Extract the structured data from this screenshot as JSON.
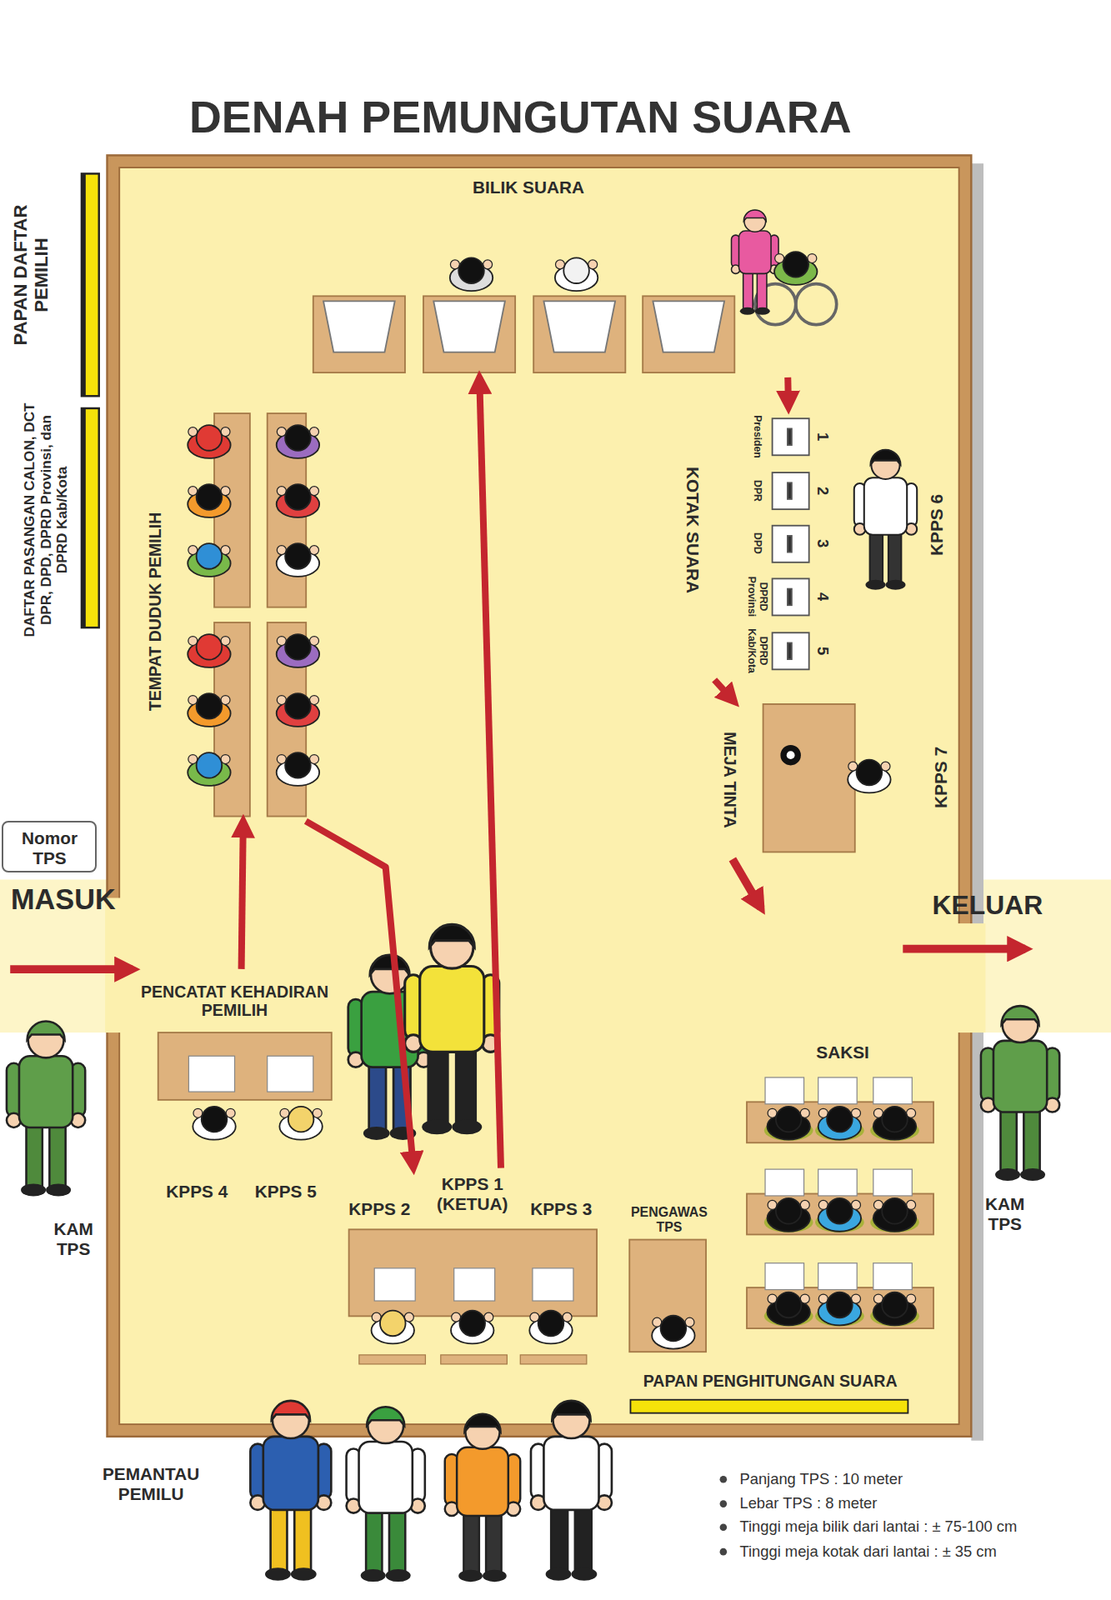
{
  "diagram": {
    "title": "DENAH PEMUNGUTAN SUARA",
    "nodes": [
      {
        "text": [
          "PAPAN DAFTAR PEMILIH"
        ]
      },
      {
        "text": [
          "DAFTAR PASANGAN CALON, DCT DPR, DPD, DPRD Provinsi, dan DPRD Kab/Kota"
        ]
      },
      {
        "text": [
          "BILIK SUARA"
        ]
      },
      {
        "text": [
          "KOTAK SUARA"
        ]
      },
      {
        "text": [
          "1",
          "Presiden"
        ],
        "in": 3
      },
      {
        "text": [
          "2",
          "DPR"
        ],
        "in": 3
      },
      {
        "text": [
          "3",
          "DPD"
        ],
        "in": 3
      },
      {
        "text": [
          "4",
          "DPRD Provinsi"
        ],
        "in": 3
      },
      {
        "text": [
          "5",
          "DPRD Kab/Kota"
        ],
        "in": 3
      },
      {
        "text": [
          "TEMPAT DUDUK PEMILIH"
        ]
      },
      {
        "text": [
          "MEJA TINTA"
        ]
      },
      {
        "text": [
          "Nomor TPS"
        ]
      },
      {
        "text": [
          "PENCATAT KEHADIRAN PEMILIH"
        ]
      },
      {
        "text": [
          "SAKSI"
        ]
      },
      {
        "text": [
          "KPPS 2",
          "KPPS 1 (KETUA)",
          "KPPS 3"
        ]
      },
      {
        "text": [
          "PENGAWAS TPS"
        ]
      },
      {
        "text": [
          "PAPAN PENGHITUNGAN SUARA"
        ]
      }
    ],
    "edges": [
      {
        "from": 12,
        "to": 9,
        "arrow": "to"
      },
      {
        "from": 9,
        "to": 14,
        "arrow": "to"
      },
      {
        "from": 14,
        "to": 2,
        "arrow": "to"
      },
      {
        "from": 2,
        "to": 3,
        "arrow": "to"
      },
      {
        "from": 3,
        "to": 10,
        "arrow": "to"
      }
    ],
    "labels": [
      "MASUK",
      "KELUAR",
      "KPPS 6",
      "KPPS 7",
      "KPPS 4",
      "KPPS 5",
      "KAM TPS",
      "KAM TPS",
      "PEMANTAU PEMILU",
      "Panjang TPS : 10 meter",
      "Lebar TPS : 8 meter",
      "Tinggi meja bilik dari lantai : ± 75-100 cm",
      "Tinggi meja kotak dari lantai : ± 35 cm"
    ]
  }
}
